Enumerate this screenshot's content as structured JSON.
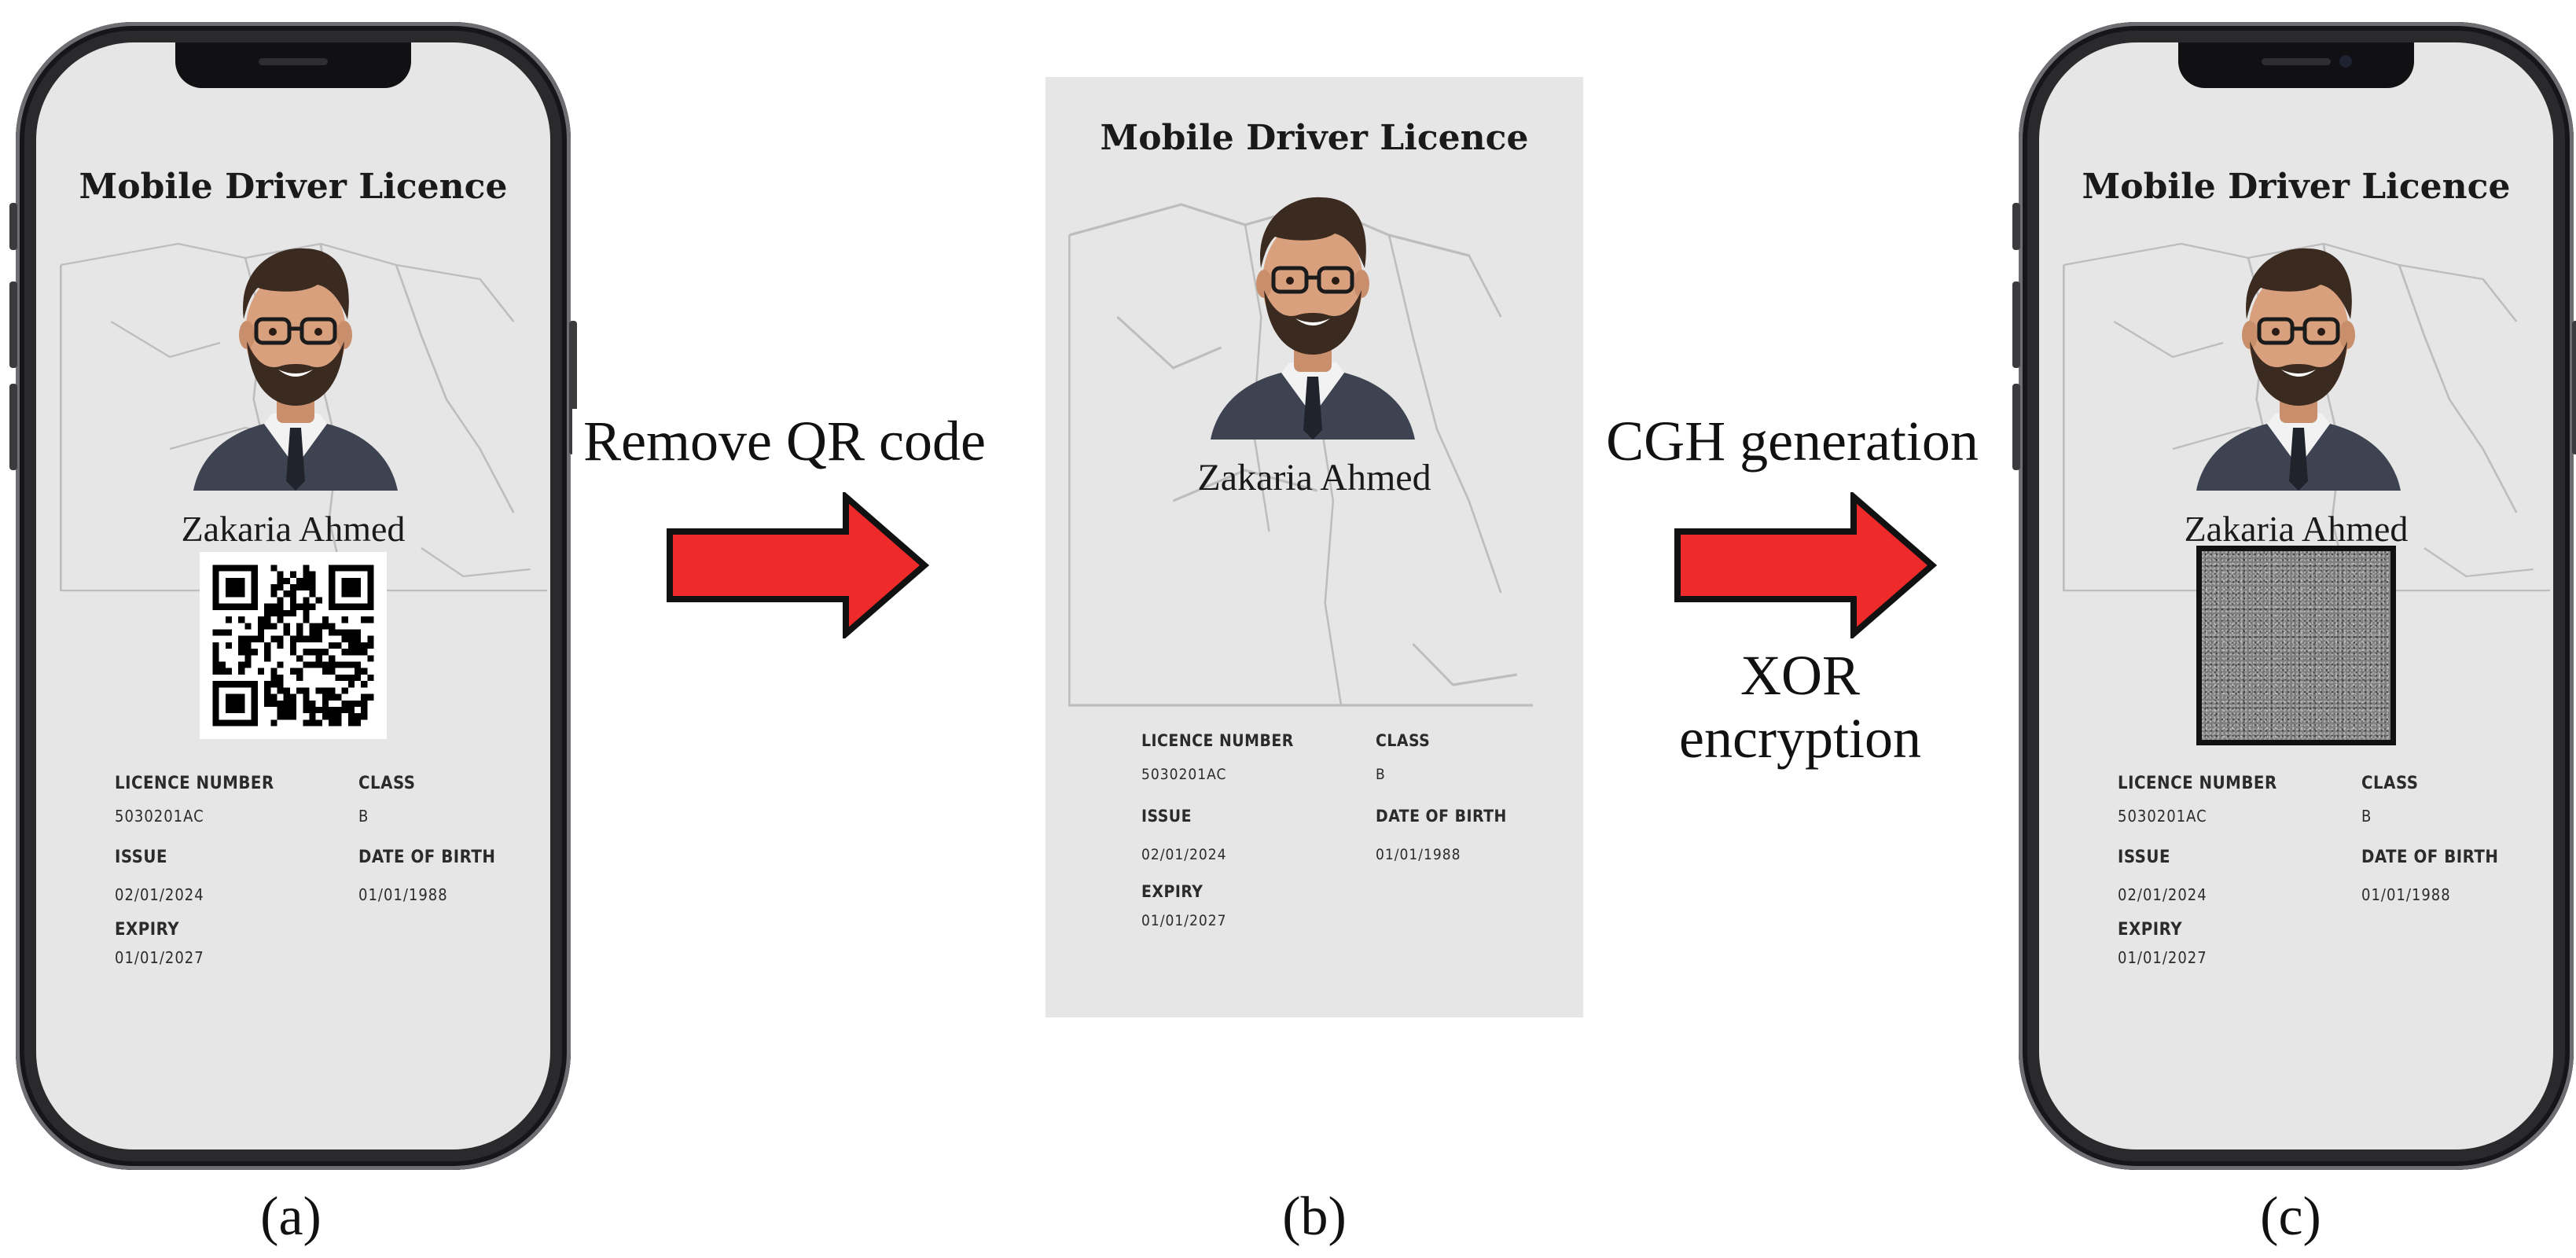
{
  "card": {
    "title": "Mobile Driver Licence",
    "holder_name": "Zakaria Ahmed",
    "fields": {
      "licence_number_label": "LICENCE NUMBER",
      "licence_number": "5030201AC",
      "class_label": "CLASS",
      "class": "B",
      "issue_label": "ISSUE",
      "issue": "02/01/2024",
      "dob_label": "DATE OF BIRTH",
      "dob": "01/01/1988",
      "expiry_label": "EXPIRY",
      "expiry": "01/01/2027"
    }
  },
  "steps": {
    "step1": "Remove QR code",
    "step2_top": "CGH generation",
    "step2_bottom_line1": "XOR",
    "step2_bottom_line2": "encryption"
  },
  "captions": {
    "a": "(a)",
    "b": "(b)",
    "c": "(c)"
  },
  "colors": {
    "arrow_fill": "#ee2a2a",
    "screen_bg": "#e6e6e6"
  }
}
